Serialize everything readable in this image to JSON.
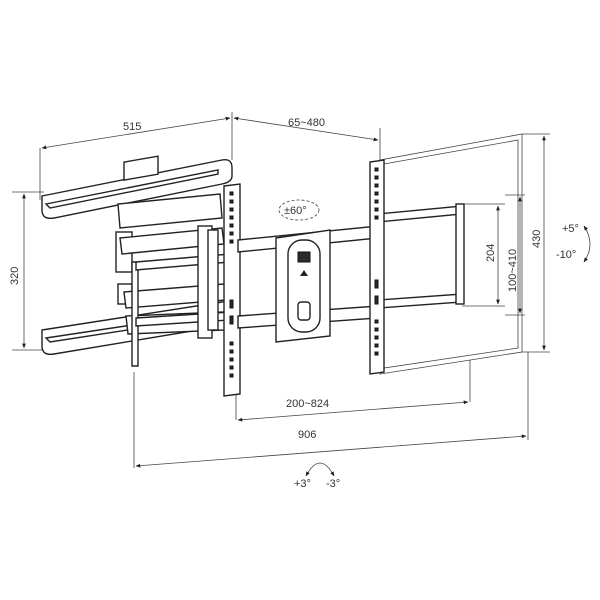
{
  "diagram": {
    "dimensions": {
      "arm_depth": "515",
      "extension": "65~480",
      "wall_plate_height": "320",
      "tilt_angle": "±60°",
      "vesa_height_inner": "204",
      "vesa_height_range": "100~410",
      "max_height": "430",
      "tilt_up": "+5°",
      "tilt_down": "-10°",
      "vesa_width_range": "200~824",
      "overall_width": "906",
      "level_plus": "+3°",
      "level_minus": "-3°"
    },
    "colors": {
      "line": "#222222",
      "background": "#ffffff"
    }
  }
}
